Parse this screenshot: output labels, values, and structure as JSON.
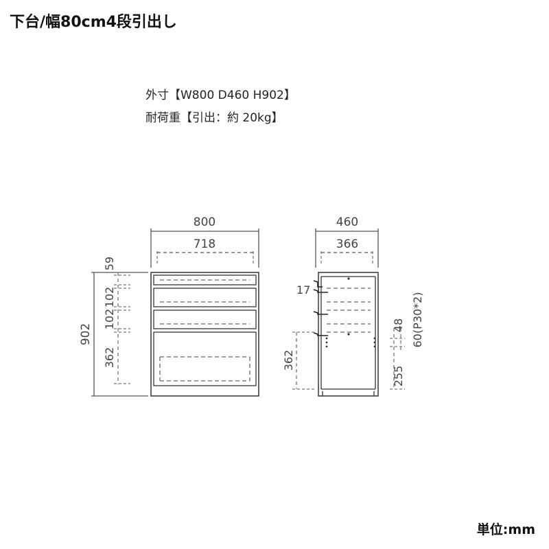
{
  "title": "下台/幅80cm4段引出し",
  "specs": {
    "outer_size": "外寸【W800 D460 H902】",
    "load_capacity": "耐荷重【引出：約 20kg】"
  },
  "unit_label": "単位:mm",
  "front_view": {
    "width_outer": "800",
    "width_inner": "718",
    "height_total": "902",
    "drawer_heights": [
      "59",
      "102",
      "102",
      "362"
    ]
  },
  "side_view": {
    "depth_outer": "460",
    "depth_inner": "366",
    "rail_offset": "17",
    "bottom_drawer_height": "362",
    "hole_pitch": "48",
    "hole_spec": "60(P30*2)",
    "hole_base": "255"
  },
  "colors": {
    "line": "#333333",
    "dim_line": "#555555",
    "dash": "#777777"
  }
}
